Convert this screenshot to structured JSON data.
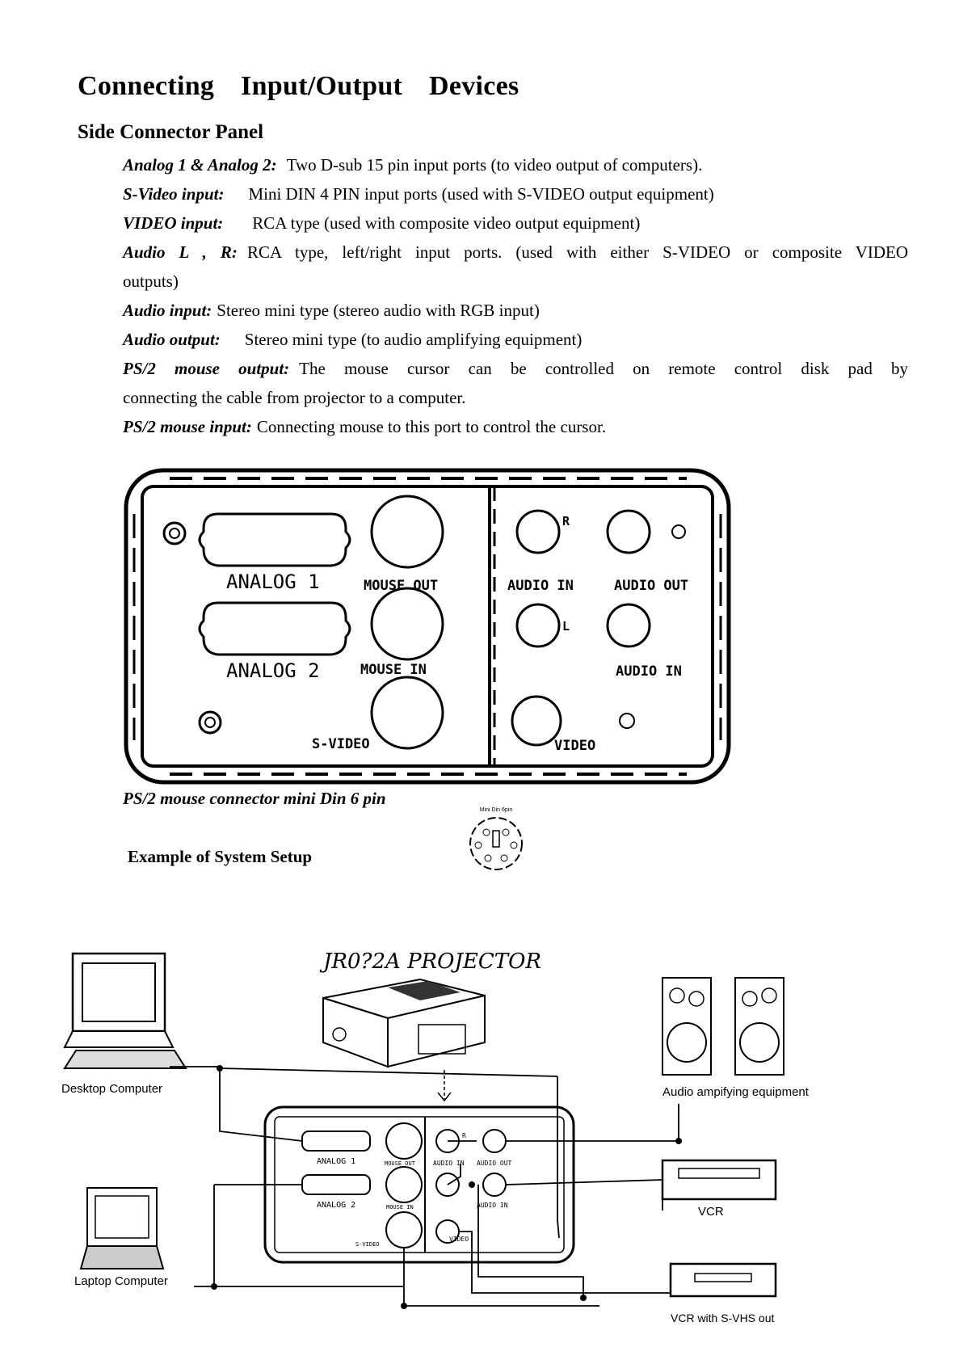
{
  "page": {
    "title": "Connecting Input/Output Devices",
    "subtitle": "Side Connector Panel"
  },
  "specs": [
    {
      "label": "Analog 1 & Analog 2:",
      "text": "Two D-sub 15 pin input ports (to video output of computers)."
    },
    {
      "label": "S-Video input:",
      "text": "Mini DIN 4 PIN input ports (used with S-VIDEO output equipment)"
    },
    {
      "label": "VIDEO input:",
      "text": "RCA type (used with composite video output equipment)"
    },
    {
      "label": "Audio L , R:",
      "text": "RCA type, left/right input ports. (used with either S-VIDEO or composite VIDEO",
      "continuation": "outputs)"
    },
    {
      "label": "Audio input:",
      "text": "Stereo mini type (stereo audio with RGB input)"
    },
    {
      "label": "Audio output:",
      "text": "Stereo mini type (to audio amplifying equipment)"
    },
    {
      "label": "PS/2 mouse output:",
      "text": "The mouse cursor can be controlled on remote control disk pad by",
      "continuation": "connecting the cable from projector to a computer."
    },
    {
      "label": "PS/2 mouse input:",
      "text": "Connecting mouse to this port to control the cursor."
    }
  ],
  "panel": {
    "analog1": "ANALOG 1",
    "analog2": "ANALOG 2",
    "mouse_out": "MOUSE OUT",
    "mouse_in": "MOUSE IN",
    "s_video": "S-VIDEO",
    "audio_in": "AUDIO IN",
    "audio_out": "AUDIO OUT",
    "audio_in_2": "AUDIO IN",
    "video": "VIDEO",
    "r": "R",
    "l": "L"
  },
  "ps2": {
    "caption": "PS/2 mouse connector mini Din 6 pin",
    "mini_label": "Mini Din 6pin"
  },
  "setup": {
    "heading": "Example of System Setup",
    "projector_label": "JR0?2A PROJECTOR",
    "desktop": "Desktop Computer",
    "laptop": "Laptop Computer",
    "audio_eq": "Audio ampifying equipment",
    "vcr": "VCR",
    "vcr_svhs": "VCR with S-VHS out",
    "small_analog1": "ANALOG 1",
    "small_analog2": "ANALOG 2",
    "small_mouse_out": "MOUSE OUT",
    "small_mouse_in": "MOUSE IN",
    "small_s_video": "S-VIDEO",
    "small_audio_in": "AUDIO IN",
    "small_audio_out": "AUDIO OUT",
    "small_audio_in2": "AUDIO IN",
    "small_video": "VIDEO",
    "small_r": "R"
  }
}
